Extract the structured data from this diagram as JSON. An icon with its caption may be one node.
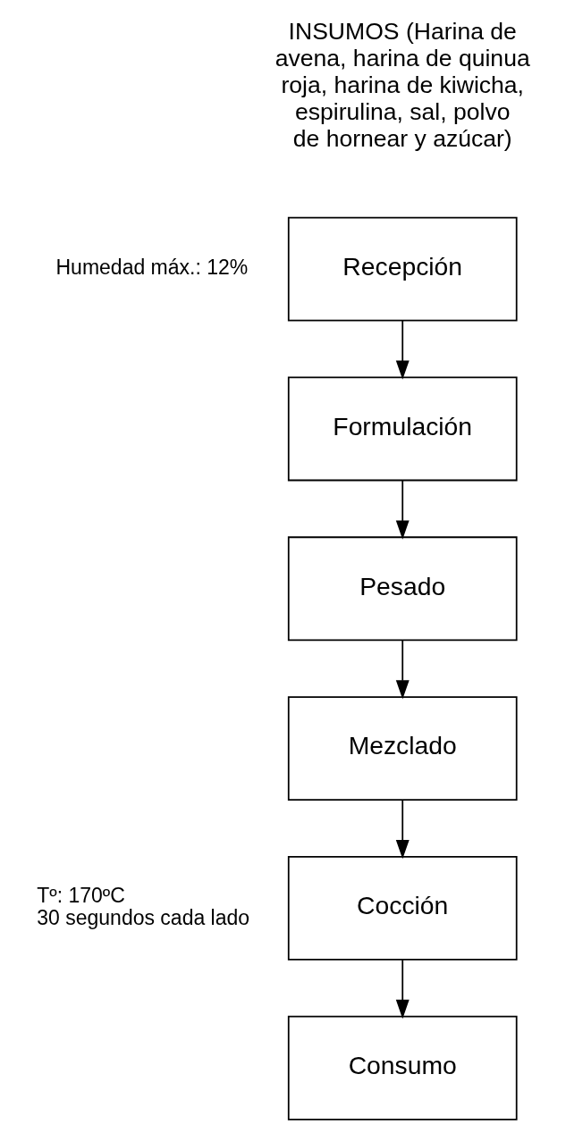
{
  "diagram": {
    "nodes": [
      {
        "text": [
          "Recepción"
        ],
        "beside": [
          "INSUMOS (Harina de avena, harina de quinua roja, harina de kiwicha, espirulina, sal, polvo de hornear y azúcar)",
          "Humedad máx.: 12%"
        ]
      },
      {
        "text": [
          "Formulación"
        ]
      },
      {
        "text": [
          "Pesado"
        ]
      },
      {
        "text": [
          "Mezclado"
        ]
      },
      {
        "text": [
          "Cocción"
        ],
        "beside": [
          "Tº: 170ºC",
          "30 segundos cada lado"
        ]
      },
      {
        "text": [
          "Consumo"
        ]
      }
    ],
    "edges": [
      {
        "from": 0,
        "to": 1,
        "arrow": "to"
      },
      {
        "from": 1,
        "to": 2,
        "arrow": "to"
      },
      {
        "from": 2,
        "to": 3,
        "arrow": "to"
      },
      {
        "from": 3,
        "to": 4,
        "arrow": "to"
      },
      {
        "from": 4,
        "to": 5,
        "arrow": "to"
      }
    ]
  }
}
